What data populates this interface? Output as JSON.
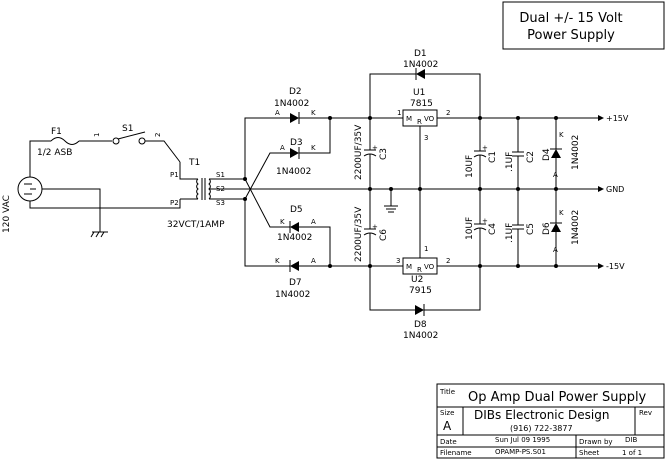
{
  "title_box": {
    "line1": "Dual +/- 15 Volt",
    "line2": "Power Supply"
  },
  "rails": {
    "pos": "+15V",
    "gnd": "GND",
    "neg": "-15V"
  },
  "ac_input": {
    "label": "120 VAC"
  },
  "fuse": {
    "ref": "F1",
    "value": "1/2 ASB"
  },
  "switch": {
    "ref": "S1",
    "pin1": "1",
    "pin2": "2"
  },
  "transformer": {
    "ref": "T1",
    "value": "32VCT/1AMP",
    "primary": [
      "P1",
      "P2"
    ],
    "secondary": [
      "S1",
      "S2",
      "S3"
    ]
  },
  "diodes": [
    {
      "ref": "D1",
      "value": "1N4002"
    },
    {
      "ref": "D2",
      "value": "1N4002"
    },
    {
      "ref": "D3",
      "value": "1N4002"
    },
    {
      "ref": "D4",
      "value": "1N4002"
    },
    {
      "ref": "D5",
      "value": "1N4002"
    },
    {
      "ref": "D6",
      "value": "1N4002"
    },
    {
      "ref": "D7",
      "value": "1N4002"
    },
    {
      "ref": "D8",
      "value": "1N4002"
    }
  ],
  "pin_letters": {
    "anode": "A",
    "cathode": "K"
  },
  "capacitors": [
    {
      "ref": "C1",
      "value": "10UF"
    },
    {
      "ref": "C2",
      "value": ".1UF"
    },
    {
      "ref": "C3",
      "value": "2200UF/35V"
    },
    {
      "ref": "C4",
      "value": "10UF"
    },
    {
      "ref": "C5",
      "value": ".1UF"
    },
    {
      "ref": "C6",
      "value": "2200UF/35V"
    }
  ],
  "plus_sign": "+",
  "regulators": [
    {
      "ref": "U1",
      "value": "7815",
      "pin_in": "M",
      "pin_r": "R",
      "pin_vo": "VO",
      "num_in": "1",
      "num_out": "2",
      "num_gnd": "3"
    },
    {
      "ref": "U2",
      "value": "7915",
      "pin_in": "M",
      "pin_r": "R",
      "pin_vo": "VO",
      "num_in": "3",
      "num_out": "2",
      "num_gnd": "1"
    }
  ],
  "title_block": {
    "title_label": "Title",
    "title": "Op Amp Dual Power Supply",
    "size_label": "Size",
    "size": "A",
    "company": "DIBs Electronic Design",
    "phone": "(916) 722-3877",
    "rev_label": "Rev",
    "date_label": "Date",
    "date": "Sun Jul 09 1995",
    "drawn_label": "Drawn by",
    "drawn_by": "DIB",
    "filename_label": "Filename",
    "filename": "OPAMP-PS.S01",
    "sheet_label": "Sheet",
    "sheet": "1 of 1"
  }
}
